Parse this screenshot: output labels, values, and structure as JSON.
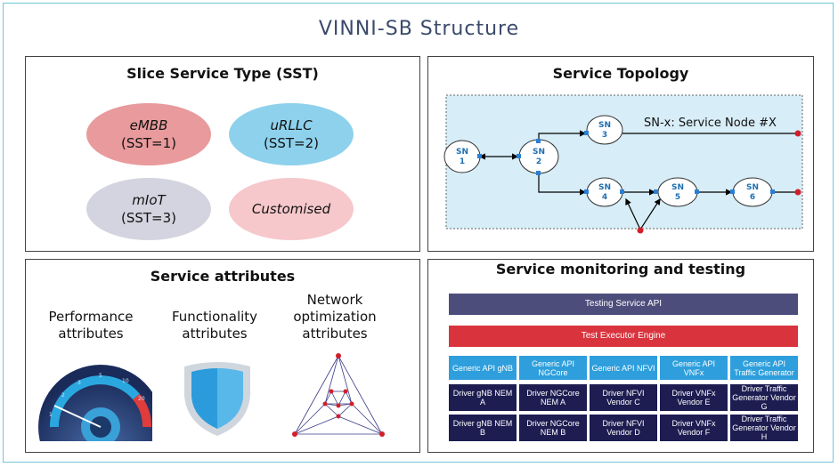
{
  "title": "VINNI-SB Structure",
  "sst": {
    "title": "Slice Service Type (SST)",
    "types": [
      {
        "name": "eMBB",
        "code": "(SST=1)",
        "color": "#e89a9c"
      },
      {
        "name": "uRLLC",
        "code": "(SST=2)",
        "color": "#8ed1ec"
      },
      {
        "name": "mIoT",
        "code": "(SST=3)",
        "color": "#d4d4e0"
      },
      {
        "name": "Customised",
        "code": "",
        "color": "#f6c8cb"
      }
    ]
  },
  "topology": {
    "title": "Service Topology",
    "legend": "SN-x: Service Node #X",
    "nodes": [
      {
        "label": "SN",
        "num": "1"
      },
      {
        "label": "SN",
        "num": "2"
      },
      {
        "label": "SN",
        "num": "3"
      },
      {
        "label": "SN",
        "num": "4"
      },
      {
        "label": "SN",
        "num": "5"
      },
      {
        "label": "SN",
        "num": "6"
      }
    ]
  },
  "attributes": {
    "title": "Service attributes",
    "items": [
      {
        "text": "Performance attributes",
        "icon": "speedometer-icon"
      },
      {
        "text": "Functionality attributes",
        "icon": "shield-icon"
      },
      {
        "text": "Network optimization attributes",
        "icon": "network-graph-icon"
      }
    ]
  },
  "monitoring": {
    "title": "Service monitoring and testing",
    "api_bar": "Testing Service API",
    "engine_bar": "Test Executor Engine",
    "generic_apis": [
      "Generic API gNB",
      "Generic API NGCore",
      "Generic API NFVI",
      "Generic API VNFx",
      "Generic API Traffic Generator"
    ],
    "drivers_row1": [
      "Driver gNB NEM A",
      "Driver NGCore NEM A",
      "Driver NFVI Vendor C",
      "Driver VNFx Vendor E",
      "Driver Traffic Generator Vendor G"
    ],
    "drivers_row2": [
      "Driver gNB NEM B",
      "Driver NGCore NEM B",
      "Driver NFVI Vendor D",
      "Driver VNFx Vendor F",
      "Driver Traffic Generator Vendor H"
    ],
    "colors": {
      "api": "#4d4d7c",
      "engine": "#d9343e",
      "generic": "#2e9fdc",
      "driver": "#1d1d52"
    }
  }
}
